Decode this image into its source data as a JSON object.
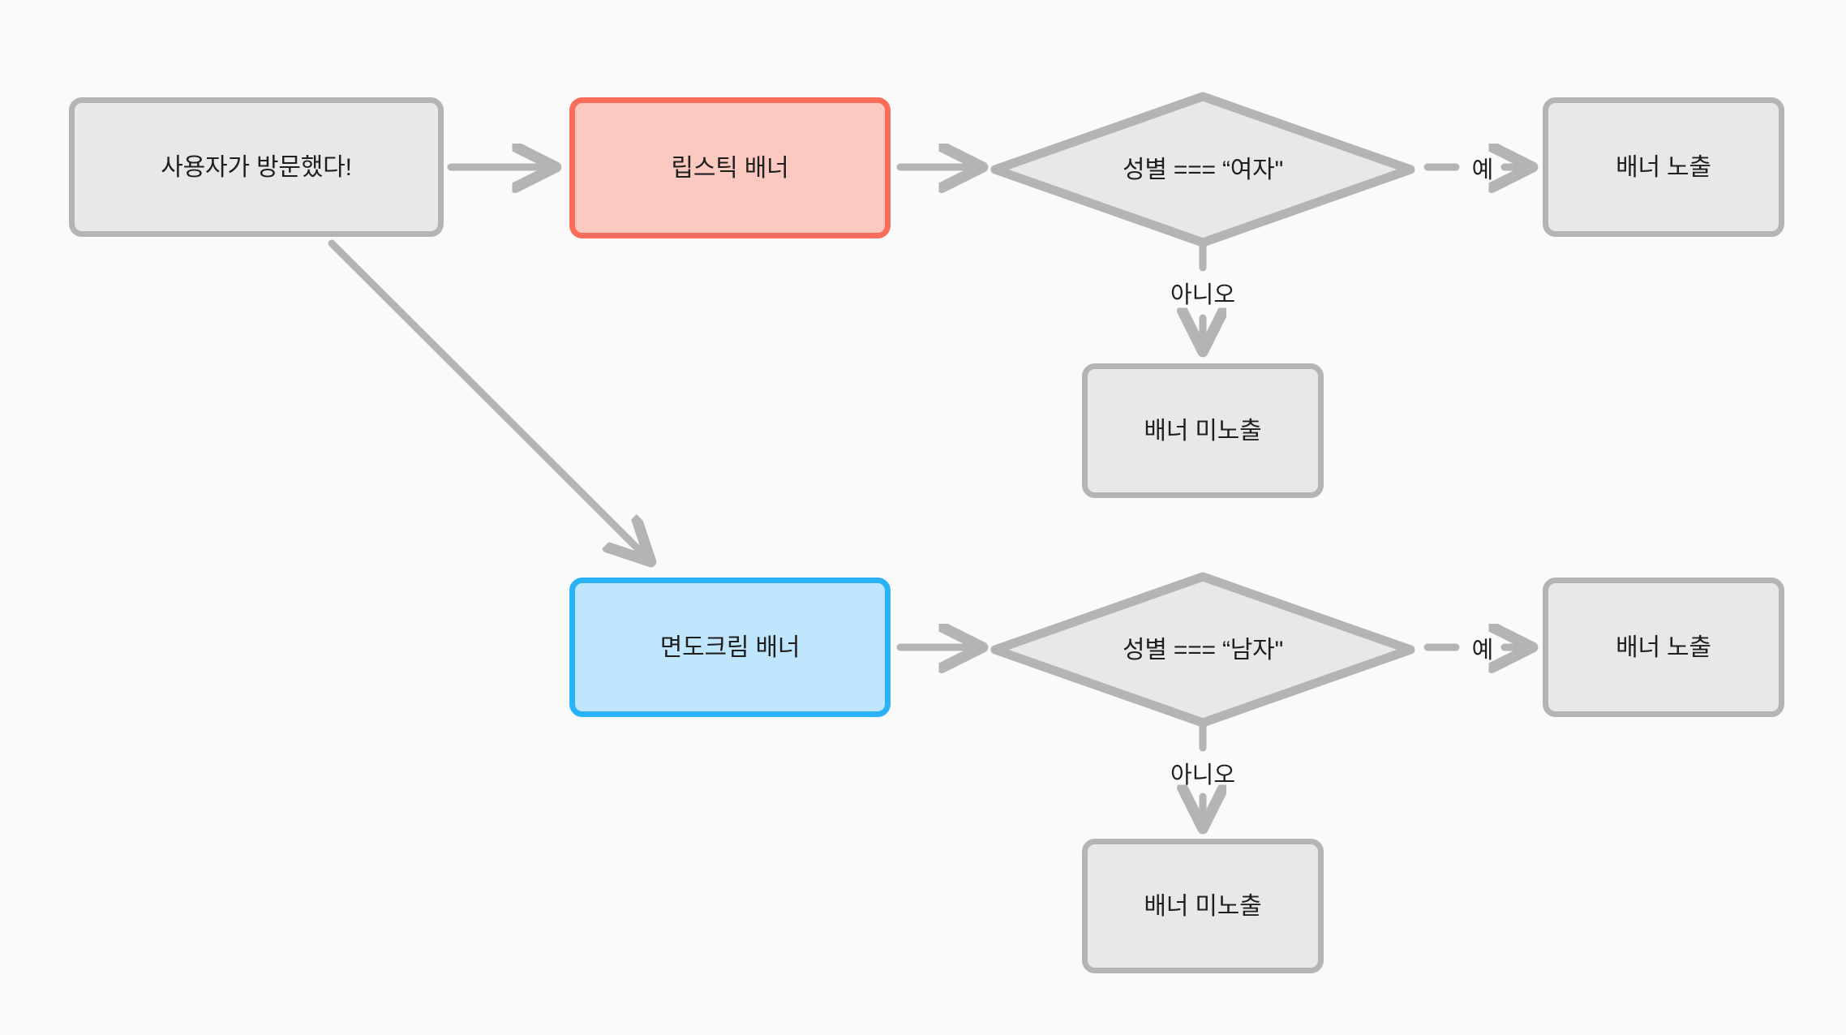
{
  "diagram": {
    "type": "flowchart",
    "background": "#FAFAFA",
    "colors": {
      "gray_fill": "#E8E8E8",
      "gray_border": "#B4B4B4",
      "red_fill": "#FCC9C0",
      "red_border": "#FA6D5B",
      "blue_fill": "#BFE6FC",
      "blue_border": "#29B2F8",
      "connector": "#B4B4B4",
      "text": "#1f1f1f"
    },
    "nodes": {
      "start": "사용자가 방문했다!",
      "lipstick_banner": "립스틱 배너",
      "shaving_cream_banner": "면도크림 배너",
      "condition_female": "성별 === “여자\"",
      "condition_male": "성별 === “남자\"",
      "show_banner_top": "배너 노출",
      "hide_banner_top": "배너 미노출",
      "show_banner_bottom": "배너 노출",
      "hide_banner_bottom": "배너 미노출"
    },
    "edge_labels": {
      "yes_top": "예",
      "no_top": "아니오",
      "yes_bottom": "예",
      "no_bottom": "아니오"
    }
  }
}
